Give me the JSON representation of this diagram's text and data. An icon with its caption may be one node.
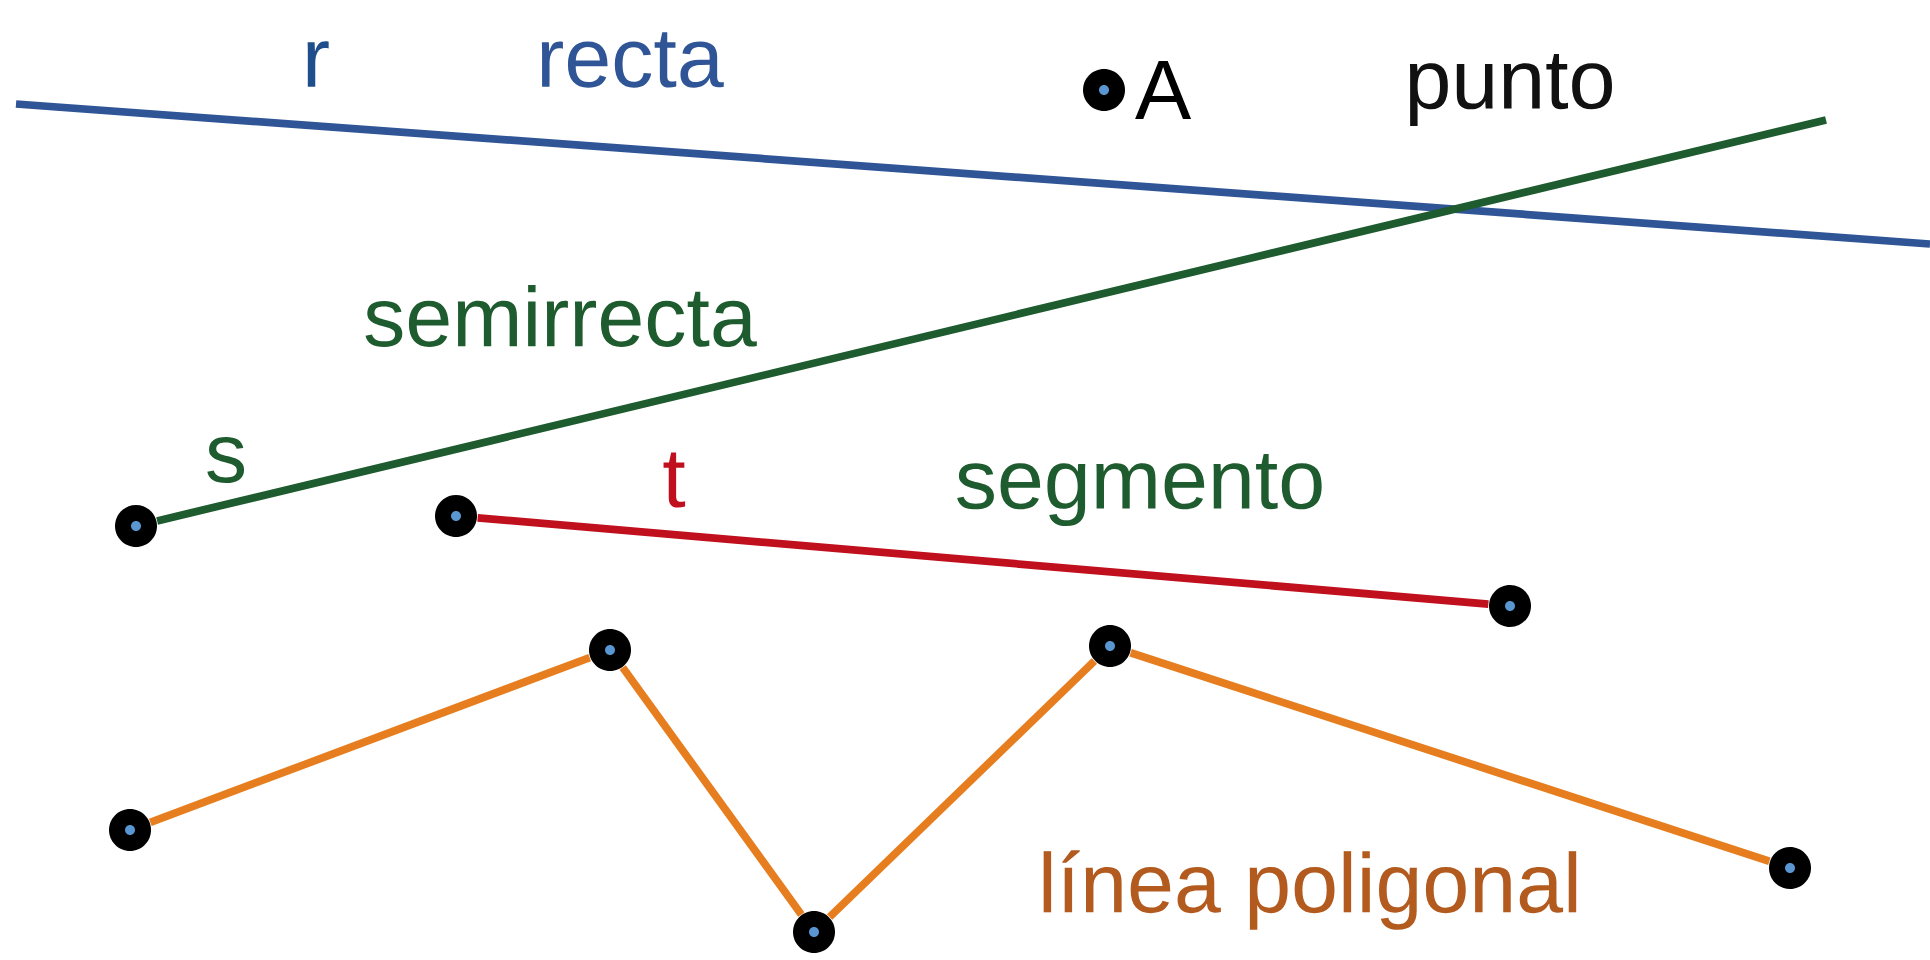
{
  "diagram": {
    "nodes": [
      {
        "text": [],
        "shape": "circle",
        "beside": [
          "A"
        ]
      },
      {
        "text": [],
        "shape": "circle"
      },
      {
        "text": [],
        "shape": "circle"
      },
      {
        "text": [],
        "shape": "circle"
      },
      {
        "text": [],
        "shape": "circle"
      },
      {
        "text": [],
        "shape": "circle"
      },
      {
        "text": [],
        "shape": "circle"
      },
      {
        "text": [],
        "shape": "circle"
      },
      {
        "text": [],
        "shape": "circle"
      }
    ],
    "edges": [
      {
        "from": 1,
        "to": null,
        "arrow": "none",
        "color": "#1e5b2e"
      },
      {
        "from": 2,
        "to": 3,
        "arrow": "none",
        "color": "#c0101e"
      },
      {
        "from": 4,
        "to": 5,
        "arrow": "none"
      },
      {
        "from": 5,
        "to": 6,
        "arrow": "none"
      },
      {
        "from": 6,
        "to": 7,
        "arrow": "none"
      },
      {
        "from": 7,
        "to": 8,
        "arrow": "none"
      }
    ],
    "labels": [
      "r",
      "recta",
      "punto",
      "semirrecta",
      "s",
      "t",
      "segmento",
      "línea poligonal"
    ]
  }
}
